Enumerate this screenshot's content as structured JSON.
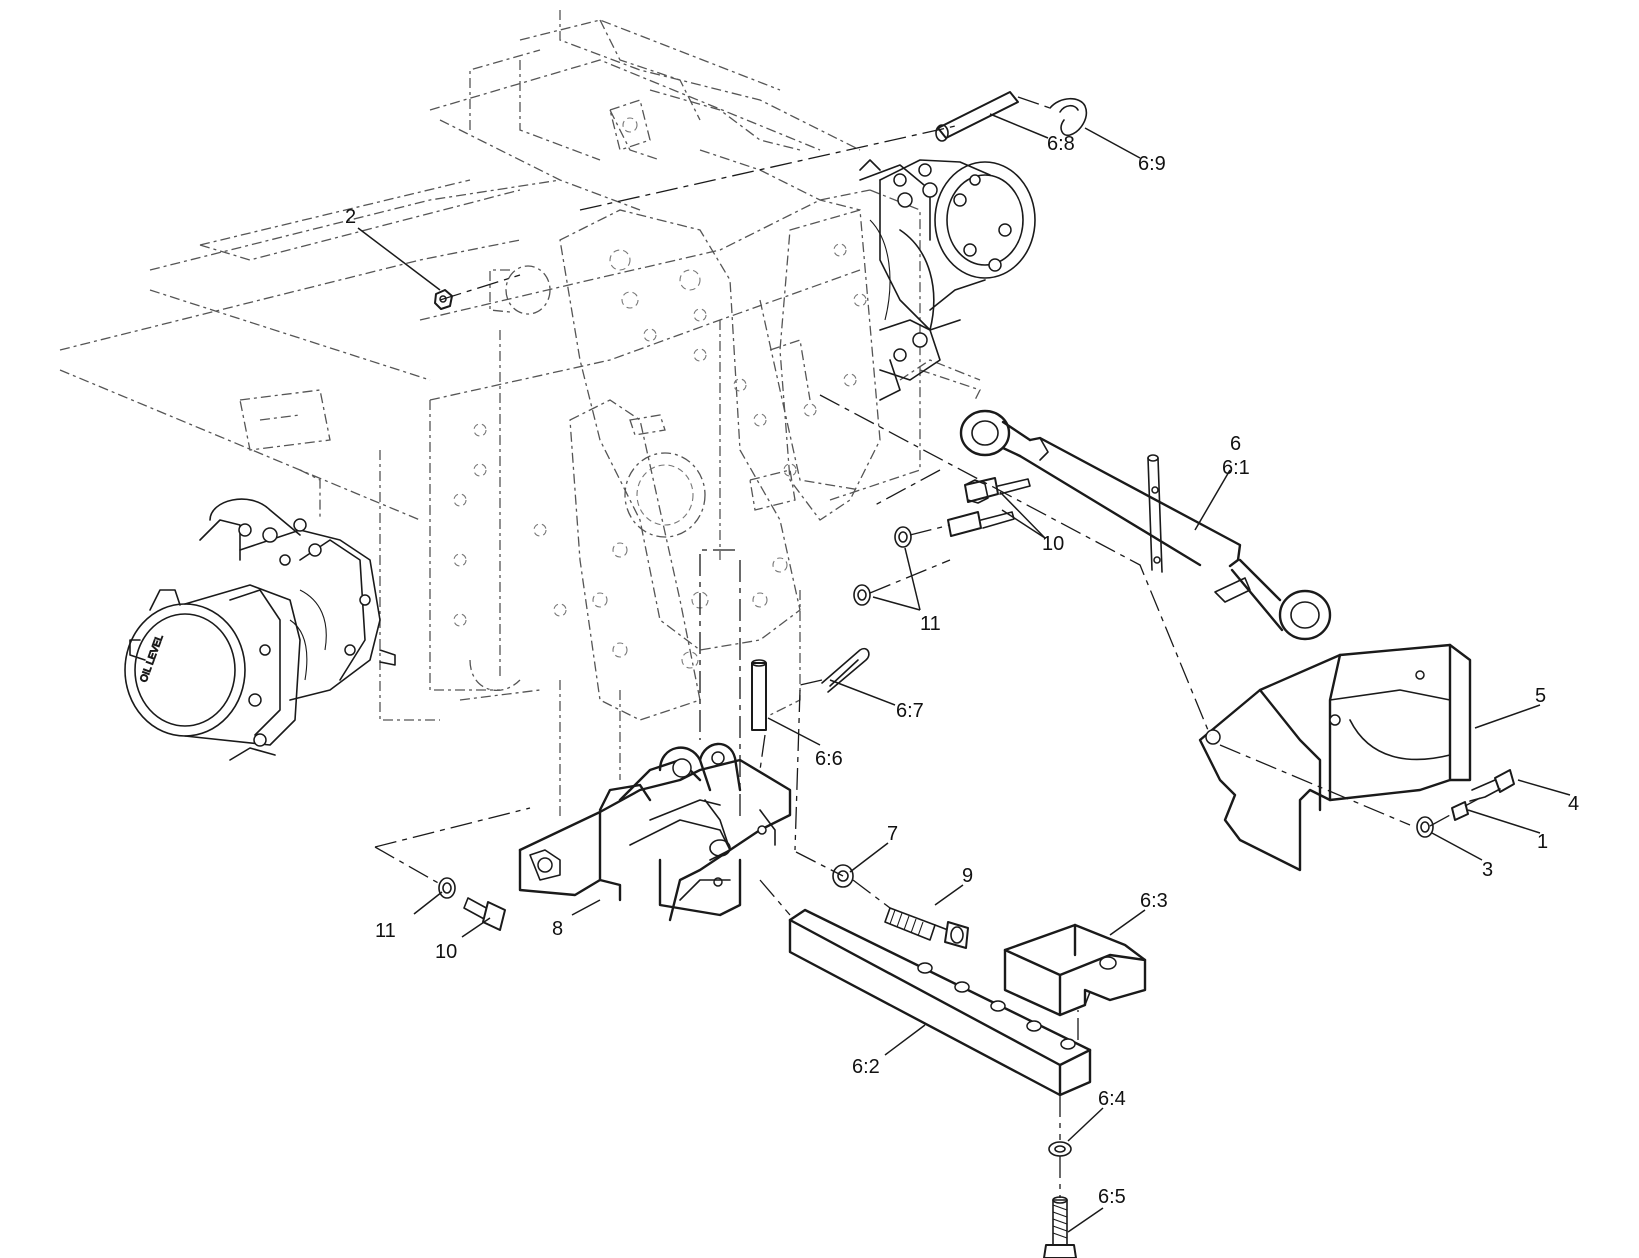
{
  "callouts": {
    "c2": "2",
    "c6_8": "6:8",
    "c6_9": "6:9",
    "c6": "6",
    "c6_1": "6:1",
    "c10_top": "10",
    "c11_top": "11",
    "c6_7": "6:7",
    "c6_6": "6:6",
    "c5": "5",
    "c4": "4",
    "c1": "1",
    "c3": "3",
    "c7": "7",
    "c9": "9",
    "c6_3": "6:3",
    "c11_bottom": "11",
    "c10_bottom": "10",
    "c8": "8",
    "c6_2": "6:2",
    "c6_4": "6:4",
    "c6_5": "6:5"
  },
  "colors": {
    "line": "#1a1a1a",
    "ghost": "#555555",
    "background": "#ffffff"
  },
  "icons": [
    "frame-ghost",
    "axle-left",
    "axle-right",
    "drawbar-bracket",
    "top-link",
    "shield-plate",
    "drawbar",
    "clevis"
  ]
}
